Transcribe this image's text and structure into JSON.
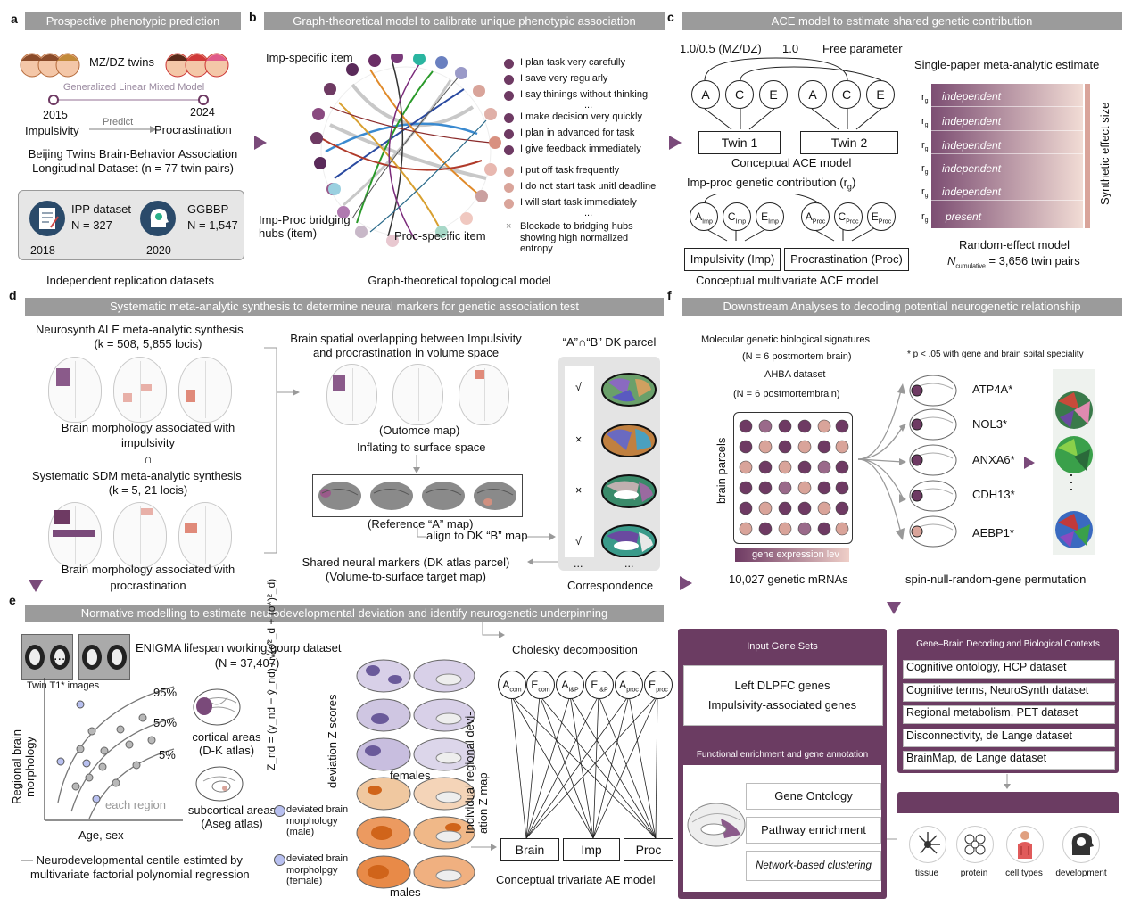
{
  "colors": {
    "purple": "#6e3a63",
    "pink": "#d9a49a",
    "gray_bar": "#9b9b9b",
    "orange": "#e07a3a"
  },
  "panel_a": {
    "label": "a",
    "title": "Prospective phenotypic prediction",
    "twins": "MZ/DZ twins",
    "glmm": "Generalized Linear Mixed Model",
    "year1": "2015",
    "year2": "2024",
    "predict": "Predict",
    "from": "Impulsivity",
    "to": "Procrastination",
    "dataset_line1": "Beijing Twins Brain-Behavior Association",
    "dataset_line2": "Longitudinal Dataset (n = 77 twin pairs)",
    "ipp_name": "IPP dataset",
    "ipp_n": "N = 327",
    "ipp_year": "2018",
    "gg_name": "GGBBP",
    "gg_n": "N = 1,547",
    "gg_year": "2020",
    "footer": "Independent replication datasets"
  },
  "panel_b": {
    "label": "b",
    "title": "Graph-theoretical model to calibrate unique phenotypic association",
    "imp_specific": "Imp-specific item",
    "bridge": "Imp-Proc bridging\nhubs (item)",
    "proc_specific": "Proc-specific item",
    "imp_items": [
      "I plan task very carefully",
      "I save very regularly",
      "I say thinings without thinking",
      "...",
      "I make decision very quickly",
      "I plan in advanced for task",
      "I give feedback immediately"
    ],
    "proc_items": [
      "I put off task frequently",
      "I do not start task unitl deadline",
      "I will start task immediately",
      "..."
    ],
    "blockade": "Blockade to bridging hubs\nshowing high normalized\nentropy",
    "footer": "Graph-theoretical topological model"
  },
  "panel_c": {
    "label": "c",
    "title": "ACE model to estimate shared genetic contribution",
    "top_labels": [
      "1.0/0.5 (MZ/DZ)",
      "1.0",
      "Free parameter"
    ],
    "ace": [
      "A",
      "C",
      "E"
    ],
    "twin1": "Twin 1",
    "twin2": "Twin 2",
    "conceptual": "Conceptual ACE model",
    "rg_title": "Imp-proc genetic contribution (r",
    "rg_sub": "g",
    "rg_close": ")",
    "mv_imp": "Impulsivity (Imp)",
    "mv_proc": "Procrastination (Proc)",
    "mv_title": "Conceptual multivariate ACE model",
    "meta_title": "Single-paper meta-analytic estimate",
    "rows": [
      "independent",
      "independent",
      "independent",
      "independent",
      "independent",
      "present"
    ],
    "rg": "r",
    "effect_label": "Synthetic effect size",
    "rem": "Random-effect model",
    "ncum": "N",
    "ncum_sub": "cumulative",
    "ncum_val": " = 3,656 twin pairs"
  },
  "panel_d": {
    "label": "d",
    "title": "Systematic meta-analytic synthesis to determine neural markers for genetic association test",
    "ale": "Neurosynth ALE meta-analytic synthesis",
    "ale_k": "(k = 508, 5,855 locis)",
    "morph_imp1": "Brain morphology associated with",
    "morph_imp2": "impulsivity",
    "cap": "∩",
    "sdm": "Systematic SDM meta-analytic synthesis",
    "sdm_k": "(k = 5, 21 locis)",
    "morph_pro1": "Brain morphology associated with",
    "morph_pro2": "procrastination",
    "overlap1": "Brain spatial overlapping between Impulsivity",
    "overlap2": "and procrastination in volume space",
    "outcome": "(Outomce map)",
    "inflate": "Inflating to surface space",
    "reference": "(Reference “A” map)",
    "align": "align to DK “B” map",
    "dk_title": "“A”∩“B” DK parcel",
    "marks": [
      "√",
      "×",
      "×",
      "√",
      "..."
    ],
    "dots": "...",
    "shared1": "Shared neural markers (DK atlas parcel)",
    "shared2": "(Volume-to-surface target map)",
    "corr": "Correspondence"
  },
  "panel_e": {
    "label": "e",
    "title": "Normative modelling to estimate neurodevelopmental deviation and identify neurogenetic underpinning",
    "enigma": "ENIGMA lifespan working gourp dataset",
    "enigma_n": "(N = 37,407)",
    "t1": "Twin T1* images",
    "p95": "95%",
    "p50": "50%",
    "p5": "5%",
    "each": "each region",
    "ylabel": "Regional brain\nmorphology",
    "xlabel": "Age, sex",
    "cortical": "cortical areas\n(D-K atlas)",
    "subcortical": "subcortical areas\n(Aseg atlas)",
    "zlabel": "deviation Z scores",
    "formula": "Z_nd = (y_nd − ŷ_nd) / √(σ̂²_d + (σ*)²_d)",
    "dev_male": "deviated brain\nmorphology\n(male)",
    "dev_female": "deviated brain\nmorpholpgy\n(female)",
    "females": "females",
    "males": "males",
    "zmap": "Individual regional devi-\nation Z map",
    "centile1": "Neurodevelopmental centile estimted by",
    "centile2": "multivariate factorial polynomial regression",
    "cholesky": "Cholesky decomposition",
    "ae_nodes": [
      "A_com",
      "E_com",
      "A_I&P",
      "E_I&P",
      "A_proc",
      "E_proc"
    ],
    "outcomes": [
      "Brain",
      "Imp",
      "Proc"
    ],
    "trivariate": "Conceptual trivariate AE model"
  },
  "panel_f": {
    "label": "f",
    "title": "Downstream Analyses to decoding potential neurogenetic relationship",
    "molecular": "Molecular genetic biological signatures",
    "mol_n": "(N = 6 postmortem brain)",
    "ahba": "AHBA dataset",
    "ahba_n": "(N = 6 postmortembrain)",
    "sig_note": "* p < .05 with gene and brain spital speciality",
    "genes": [
      "ATP4A*",
      "NOL3*",
      "ANXA6*",
      "CDH13*",
      "AEBP1*"
    ],
    "parcels": "brain parcels",
    "gel": "gene expression lev",
    "mrnas": "10,027 genetic mRNAs",
    "spin": "spin-null-random-gene permutation",
    "input_title": "Input Gene Sets",
    "input1": "Left DLPFC genes",
    "input2": "Impulsivity-associated genes",
    "func_title": "Functional enrichment and gene annotation",
    "go": "Gene Ontology",
    "path": "Pathway enrichment",
    "net": "Network-based clustering",
    "decode_title": "Gene–Brain Decoding and Biological Contexts",
    "decode": [
      "Cognitive ontology, HCP dataset",
      "Cognitive terms, NeuroSynth dataset",
      "Regional metabolism, PET dataset",
      "Disconnectivity, de Lange dataset",
      "BrainMap, de Lange dataset"
    ],
    "icons": [
      "tissue",
      "protein",
      "cell types",
      "development"
    ]
  }
}
